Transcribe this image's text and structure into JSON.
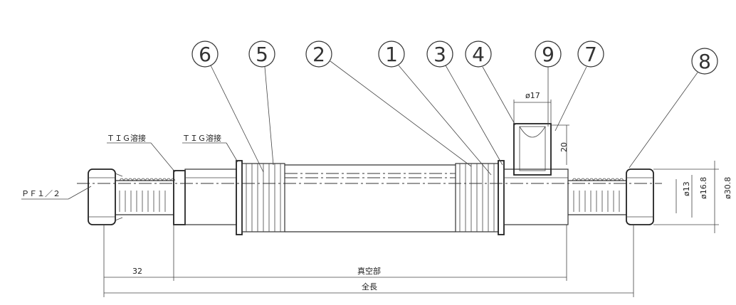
{
  "balloons": [
    {
      "id": "b6",
      "label": "6"
    },
    {
      "id": "b5",
      "label": "5"
    },
    {
      "id": "b2",
      "label": "2"
    },
    {
      "id": "b1",
      "label": "1"
    },
    {
      "id": "b3",
      "label": "3"
    },
    {
      "id": "b4",
      "label": "4"
    },
    {
      "id": "b9",
      "label": "9"
    },
    {
      "id": "b7",
      "label": "7"
    },
    {
      "id": "b8",
      "label": "8"
    }
  ],
  "annotations": {
    "tig_weld_left": "ＴＩＧ溶接",
    "tig_weld_right": "ＴＩＧ溶接",
    "thread": "ＰＦ１／２",
    "port_diameter": "ø17",
    "port_height": "20",
    "inner_diameter": "ø13",
    "mid_diameter": "ø16.8",
    "outer_diameter": "ø30.8",
    "length_32": "32",
    "vacuum_section": "真空部",
    "overall_length": "全長"
  }
}
